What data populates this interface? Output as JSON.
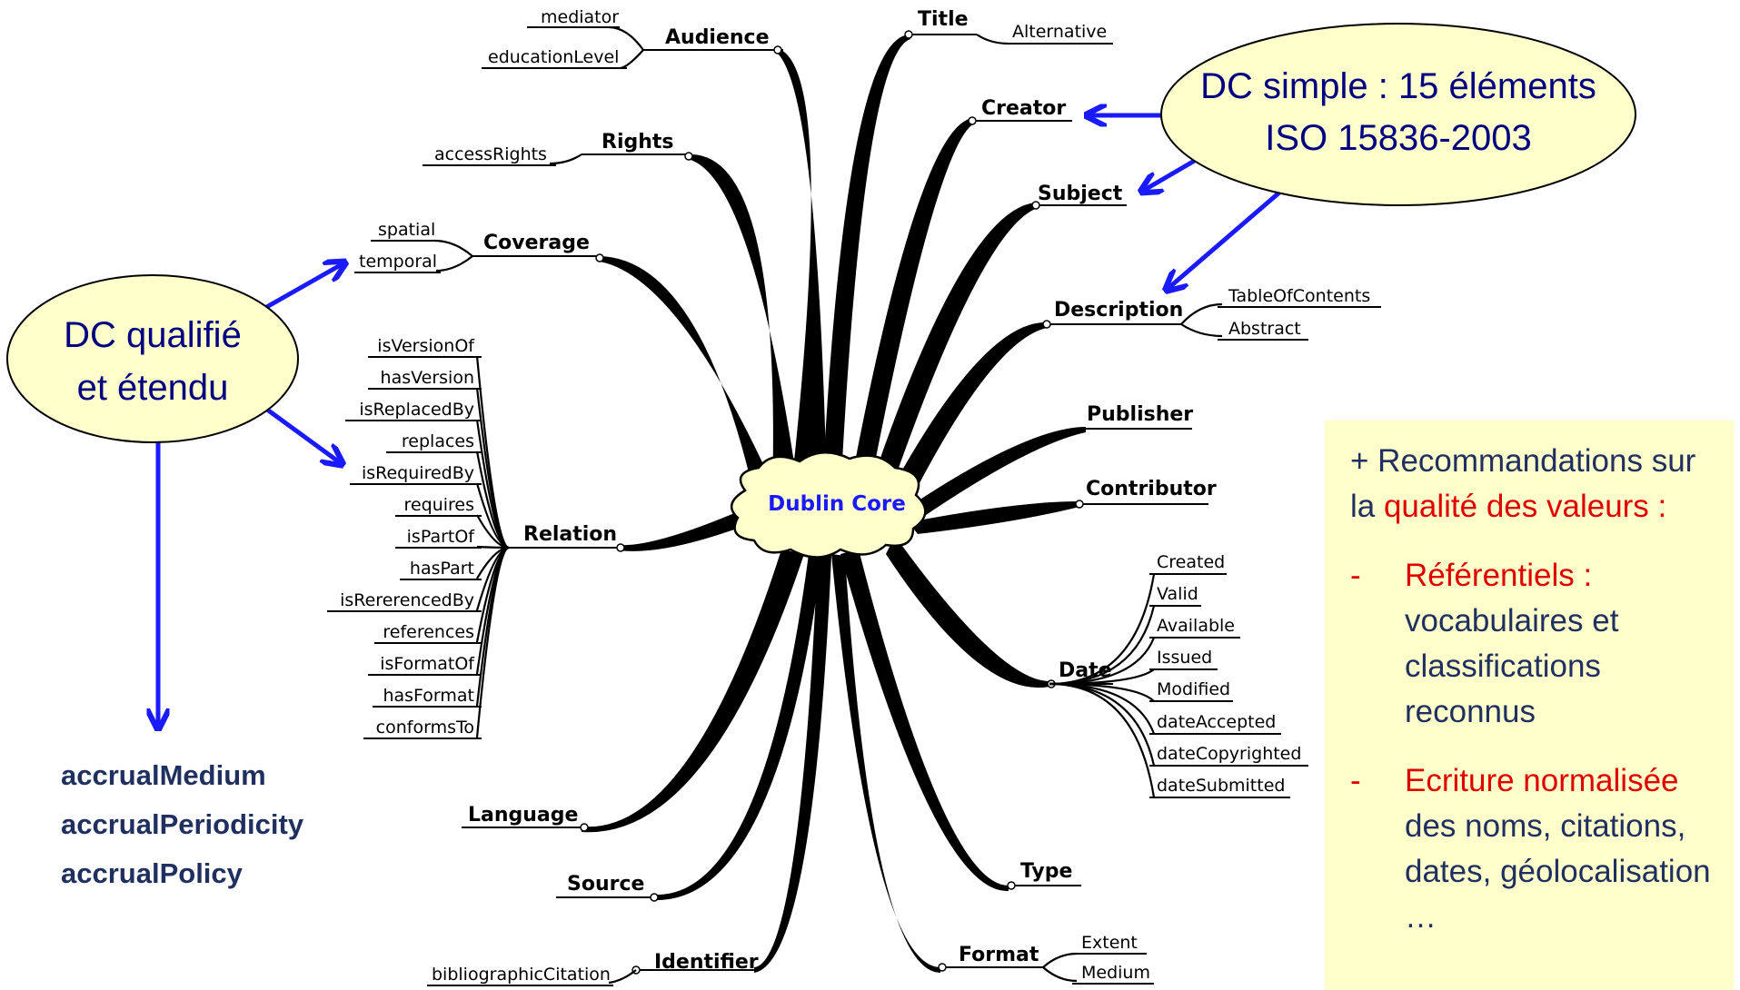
{
  "hub": "Dublin Core",
  "branches": {
    "audience": "Audience",
    "title": "Title",
    "creator": "Creator",
    "subject": "Subject",
    "rights": "Rights",
    "coverage": "Coverage",
    "description": "Description",
    "publisher": "Publisher",
    "contributor": "Contributor",
    "relation": "Relation",
    "date": "Date",
    "language": "Language",
    "type": "Type",
    "source": "Source",
    "identifier": "Identifier",
    "format": "Format"
  },
  "refinements": {
    "audience": [
      "mediator",
      "educationLevel"
    ],
    "title": [
      "Alternative"
    ],
    "rights": [
      "accessRights"
    ],
    "coverage": [
      "spatial",
      "temporal"
    ],
    "description": [
      "TableOfContents",
      "Abstract"
    ],
    "relation": [
      "isVersionOf",
      "hasVersion",
      "isReplacedBy",
      "replaces",
      "isRequiredBy",
      "requires",
      "isPartOf",
      "hasPart",
      "isRererencedBy",
      "references",
      "isFormatOf",
      "hasFormat",
      "conformsTo"
    ],
    "date": [
      "Created",
      "Valid",
      "Available",
      "Issued",
      "Modified",
      "dateAccepted",
      "dateCopyrighted",
      "dateSubmitted"
    ],
    "identifier": [
      "bibliographicCitation"
    ],
    "format": [
      "Extent",
      "Medium"
    ]
  },
  "callouts": {
    "simple": {
      "line1": "DC simple : 15 éléments",
      "line2": "ISO 15836-2003"
    },
    "qualified": {
      "line1": "DC qualifié",
      "line2": "et étendu"
    }
  },
  "accrual": [
    "accrualMedium",
    "accrualPeriodicity",
    "accrualPolicy"
  ],
  "recommendations": {
    "intro_prefix": "+ Recommandations sur la ",
    "intro_highlight": "qualité des valeurs :",
    "items": [
      {
        "bullet": "-",
        "highlight": "Référentiels :",
        "text": "vocabulaires et classifications reconnus"
      },
      {
        "bullet": "-",
        "highlight": "Ecriture normalisée",
        "text": "des noms, citations, dates, géolocalisation …"
      }
    ]
  },
  "colors": {
    "arrow": "#1a1aff",
    "bubble_fill": "#ffffcc",
    "bubble_text": "#000080",
    "highlight": "#e00000",
    "hub_text": "#1a1aff"
  }
}
